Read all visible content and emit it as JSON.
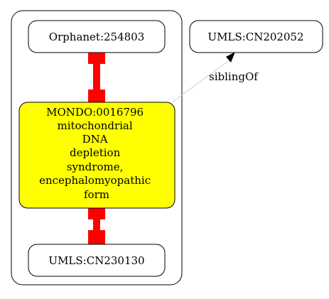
{
  "nodes": {
    "orphanet": {
      "label": "Orphanet:254803"
    },
    "umls_cn202052": {
      "label": "UMLS:CN202052"
    },
    "mondo": {
      "lines": [
        "MONDO:0016796",
        "mitochondrial",
        "DNA",
        "depletion",
        "syndrome,",
        "encephalomyopathic",
        "form"
      ],
      "fill": "#ffff00"
    },
    "umls_cn230130": {
      "label": "UMLS:CN230130"
    }
  },
  "edges": {
    "sibling_of": {
      "label": "siblingOf"
    },
    "equivalent_color": "#ff0000"
  }
}
